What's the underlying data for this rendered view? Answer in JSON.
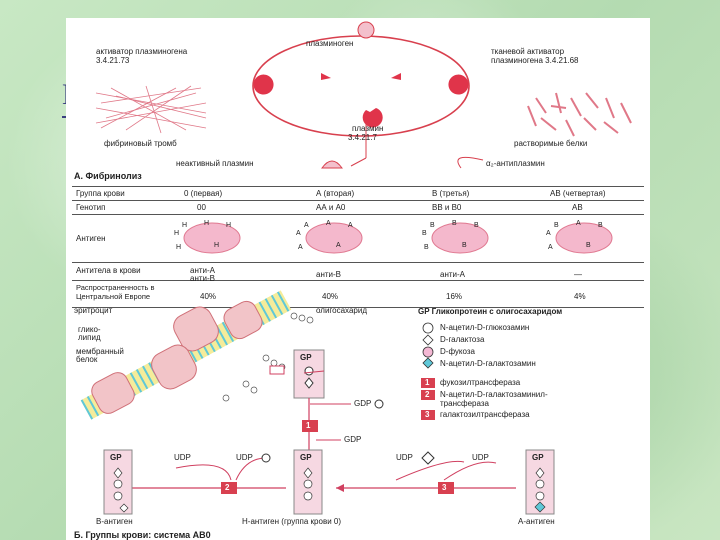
{
  "slide": {
    "letter": "Г"
  },
  "fibrinolysis": {
    "plasminogen": "плазминоген",
    "activator_left": [
      "активатор плазминогена",
      "3.4.21.73"
    ],
    "activator_right": [
      "тканевой активатор",
      "плазминогена 3.4.21.68"
    ],
    "plasmin": [
      "плазмин",
      "3.4.21.7"
    ],
    "fibrin_clot": "фибриновый тромб",
    "soluble_proteins": "растворимые белки",
    "inactive_plasmin": "неактивный плазмин",
    "antiplasmin": "α₂-антиплазмин",
    "section_title": "А. Фибринолиз"
  },
  "blood_table": {
    "row_labels": [
      "Группа крови",
      "Генотип",
      "Антиген",
      "Антитела в крови",
      "Распространенность в Центральной Европе"
    ],
    "columns": [
      {
        "group": "0 (первая)",
        "genotype": "00",
        "antibodies": [
          "анти-А",
          "анти-В"
        ],
        "prevalence": "40%",
        "antigen_letters": [
          "Н",
          "Н",
          "Н",
          "Н",
          "Н",
          "Н"
        ]
      },
      {
        "group": "А (вторая)",
        "genotype": "АА и А0",
        "antibodies": [
          "анти-В"
        ],
        "prevalence": "40%",
        "antigen_letters": [
          "А",
          "А",
          "А",
          "А",
          "А",
          "А"
        ]
      },
      {
        "group": "В (третья)",
        "genotype": "ВВ и В0",
        "antibodies": [
          "анти-А"
        ],
        "prevalence": "16%",
        "antigen_letters": [
          "В",
          "В",
          "В",
          "В",
          "В",
          "В"
        ]
      },
      {
        "group": "АВ (четвертая)",
        "genotype": "АВ",
        "antibodies": [
          "—"
        ],
        "prevalence": "4%",
        "antigen_letters": [
          "А",
          "В",
          "А",
          "В",
          "А",
          "В"
        ]
      }
    ]
  },
  "abo": {
    "erythrocyte": "эритроцит",
    "oligosaccharide": "олигосахарид",
    "glycolipid": [
      "глико-",
      "липид"
    ],
    "membrane_protein": [
      "мембранный",
      "белок"
    ],
    "legend_title": "GP Гликопротеин с олигосахаридом",
    "legend": [
      {
        "shape": "circle",
        "color": "#ffffff",
        "label": "N-ацетил-D-глюкозамин"
      },
      {
        "shape": "diamond",
        "color": "#ffffff",
        "label": "D-галактоза"
      },
      {
        "shape": "circle",
        "color": "#f4b8d4",
        "label": "D-фукоза"
      },
      {
        "shape": "diamond",
        "color": "#5fc8d8",
        "label": "N-ацетил-D-галактозамин"
      }
    ],
    "enzymes": [
      {
        "num": "1",
        "label": [
          "фукозилтрансфераза"
        ]
      },
      {
        "num": "2",
        "label": [
          "N-ацетил-D-галактозаминил-",
          "трансфераза"
        ]
      },
      {
        "num": "3",
        "label": [
          "галактозилтрансфераза"
        ]
      }
    ],
    "gp": "GP",
    "gdp": "GDP",
    "udp": "UDP",
    "b_antigen": "В-антиген",
    "h_antigen": "Н-антиген (группа крови 0)",
    "a_antigen": "А-антиген",
    "section_title": "Б. Группы крови: система АВ0"
  },
  "colors": {
    "accent": "#e0344a",
    "pink": "#f4b8cc",
    "cyan": "#5fc8d8",
    "yellow": "#f5ec9a"
  }
}
